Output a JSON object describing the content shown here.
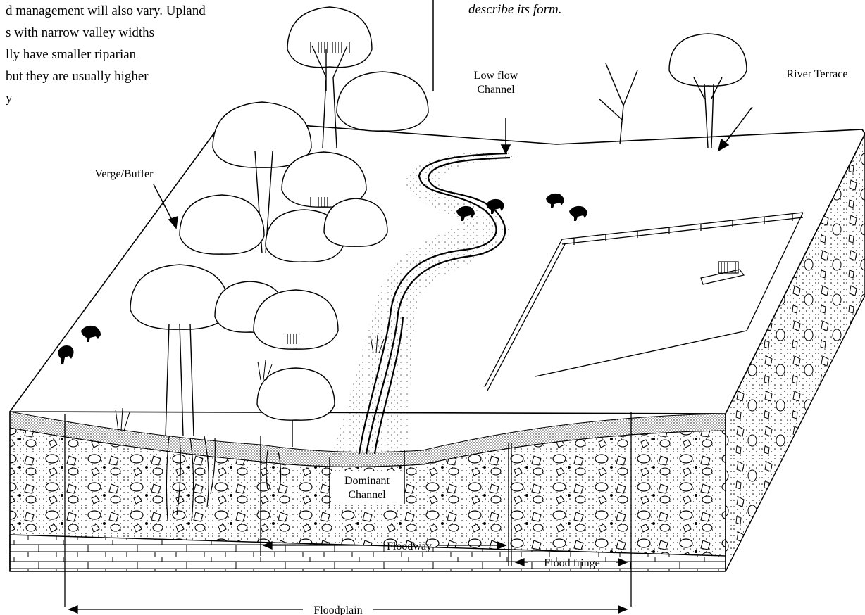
{
  "intro_text": {
    "lines": [
      "d management will also vary.  Upland",
      "s with narrow valley widths",
      "lly have smaller riparian",
      " but they are usually higher",
      "y"
    ]
  },
  "caption_fragment": "describe its form.",
  "labels": {
    "low_flow_channel": [
      "Low flow",
      "Channel"
    ],
    "river_terrace": "River Terrace",
    "verge_buffer": "Verge/Buffer",
    "dominant_channel": [
      "Dominant",
      "Channel"
    ],
    "floodway": "Floodway",
    "flood_fringe": "Flood fringe",
    "floodplain": "Floodplain"
  }
}
